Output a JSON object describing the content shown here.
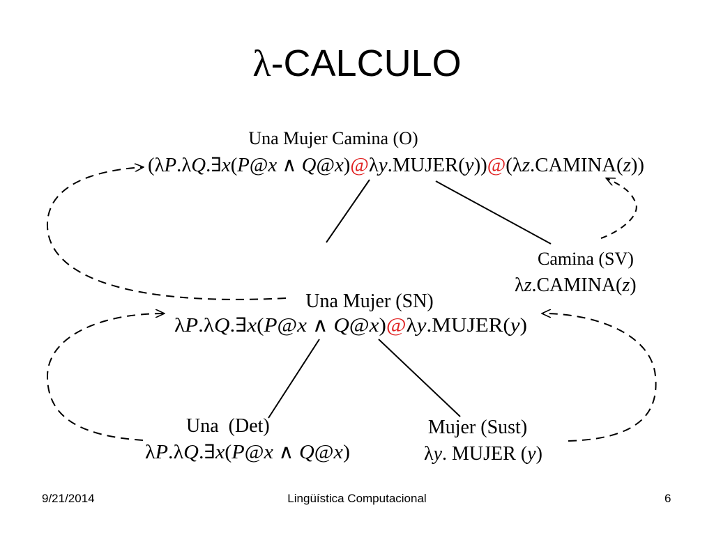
{
  "title": {
    "lambda": "λ",
    "text": "-CALCULO"
  },
  "nodes": {
    "o": {
      "label": "Una Mujer Camina (O)",
      "formula": {
        "lp": "(λ",
        "P": "P",
        "dot1": ".λ",
        "Q": "Q",
        "ex": ".∃",
        "x1": "x",
        "open": "(",
        "P2": "P",
        "at1": "@",
        "x2": "x",
        "and": " ∧ ",
        "Q2": "Q",
        "at2": "@",
        "x3": "x",
        "close": ")",
        "at3": "@",
        "lam_y": "λ",
        "y": "y",
        "mujer": ".MUJER(",
        "y2": "y",
        "close2": "))",
        "at4": "@",
        "lam_z": "(λ",
        "z": "z",
        "camina": ".CAMINA(",
        "z2": "z",
        "close3": "))"
      }
    },
    "sn": {
      "label": "Una Mujer (SN)",
      "formula": {
        "lam": "λ",
        "P": "P",
        "dot1": ".λ",
        "Q": "Q",
        "ex": ".∃",
        "x1": "x",
        "open": "(",
        "P2": "P",
        "at1": "@",
        "x2": "x",
        "and": " ∧ ",
        "Q2": "Q",
        "at2": "@",
        "x3": "x",
        "close": ")",
        "at3": "@",
        "lam_y": "λ",
        "y": "y",
        "mujer": ".MUJER(",
        "y2": "y",
        "close2": ")"
      }
    },
    "sv": {
      "label": "Camina (SV)",
      "formula": {
        "lam": "λ",
        "z": "z",
        "camina": ".CAMINA(",
        "z2": "z",
        "close": ")"
      }
    },
    "det": {
      "label": "Una  (Det)",
      "formula": {
        "lam": "λ",
        "P": "P",
        "dot1": ".λ",
        "Q": "Q",
        "ex": ".∃",
        "x1": "x",
        "open": "(",
        "P2": "P",
        "at1": "@",
        "x2": "x",
        "and": " ∧ ",
        "Q2": "Q",
        "at2": "@",
        "x3": "x",
        "close": ")"
      }
    },
    "sust": {
      "label": "Mujer (Sust)",
      "formula": {
        "lam": "λ",
        "y": "y",
        "mujer": ". MUJER (",
        "y2": "y",
        "close": ")"
      }
    }
  },
  "footer": {
    "date": "9/21/2014",
    "center": "Lingüística Computacional",
    "page": "6"
  },
  "colors": {
    "at_sign": "#e02020",
    "text": "#000000",
    "background": "#ffffff"
  }
}
